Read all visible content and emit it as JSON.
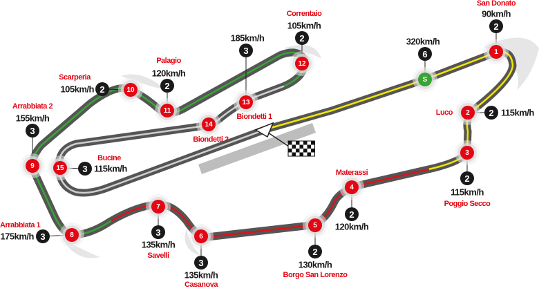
{
  "colors": {
    "turn": "#e30613",
    "straight_marker": "#3aa335",
    "gear": "#1a1a1a",
    "track": "#555555",
    "yellow": "#f2e600",
    "red": "#d7141a",
    "green": "#3aa335"
  },
  "straight": {
    "marker": "S",
    "speed": "320km/h",
    "gear": "6"
  },
  "turns": [
    {
      "number": "1",
      "name": "San Donato",
      "speed": "90km/h",
      "gear": "2"
    },
    {
      "number": "2",
      "name": "Luco",
      "speed": "115km/h",
      "gear": "2"
    },
    {
      "number": "3",
      "name": "Poggio Secco",
      "speed": "115km/h",
      "gear": "2"
    },
    {
      "number": "4",
      "name": "Materassi",
      "speed": "120km/h",
      "gear": "2"
    },
    {
      "number": "5",
      "name": "Borgo San Lorenzo",
      "speed": "130km/h",
      "gear": "2"
    },
    {
      "number": "6",
      "name": "Casanova",
      "speed": "135km/h",
      "gear": "3"
    },
    {
      "number": "7",
      "name": "Savelli",
      "speed": "135km/h",
      "gear": "3"
    },
    {
      "number": "8",
      "name": "Arrabbiata 1",
      "speed": "175km/h",
      "gear": "3"
    },
    {
      "number": "9",
      "name": "Arrabbiata 2",
      "speed": "155km/h",
      "gear": "3"
    },
    {
      "number": "10",
      "name": "Scarperia",
      "speed": "105km/h",
      "gear": "2"
    },
    {
      "number": "11",
      "name": "Palagio",
      "speed": "120km/h",
      "gear": "2"
    },
    {
      "number": "12",
      "name": "Correntaio",
      "speed": "105km/h",
      "gear": "2"
    },
    {
      "number": "13",
      "name": "Biondetti 1",
      "speed": "185km/h",
      "gear": "3"
    },
    {
      "number": "14",
      "name": "Biondetti 2"
    },
    {
      "number": "15",
      "name": "Bucine",
      "speed": "115km/h",
      "gear": "3"
    }
  ]
}
